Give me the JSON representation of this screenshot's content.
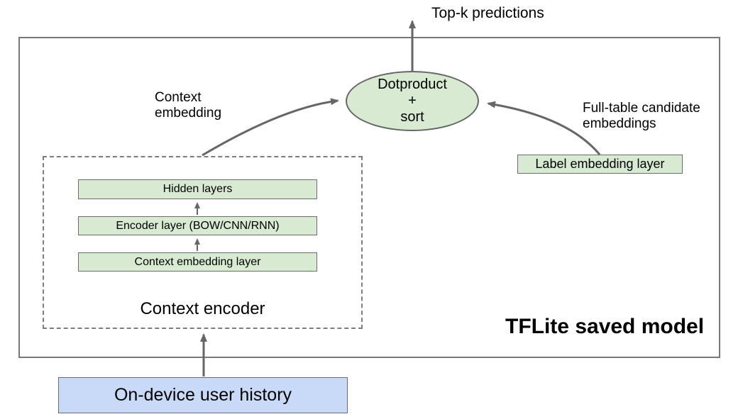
{
  "labels": {
    "top_prediction": "Top-k predictions",
    "context_embedding_annotation": {
      "line1": "Context",
      "line2": "embedding"
    },
    "full_table_annotation": {
      "line1": "Full-table candidate",
      "line2": "embeddings"
    },
    "tflite_model": "TFLite saved model"
  },
  "nodes": {
    "dotproduct_sort": {
      "line1": "Dotproduct",
      "line2": "+",
      "line3": "sort"
    },
    "label_embedding_layer": "Label embedding layer",
    "context_encoder": {
      "title": "Context encoder",
      "layers": [
        "Hidden layers",
        "Encoder layer (BOW/CNN/RNN)",
        "Context embedding layer"
      ]
    },
    "user_history": "On-device user history"
  },
  "colors": {
    "node_green_fill": "#d9ead3",
    "node_blue_fill": "#c9daf8",
    "box_border_gray": "#6b6b6b",
    "outer_border_gray": "#787878",
    "arrow_gray": "#666666",
    "text_color": "#000000"
  }
}
